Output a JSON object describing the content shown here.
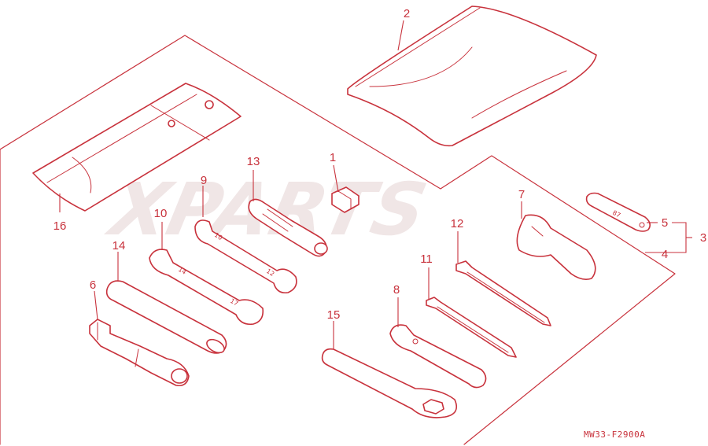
{
  "watermark": "XPARTS",
  "diagram_code": "MW33-F2900A",
  "callouts": {
    "c1": "1",
    "c2": "2",
    "c3": "3",
    "c4": "4",
    "c5": "5",
    "c6": "6",
    "c7": "7",
    "c8": "8",
    "c9": "9",
    "c10": "10",
    "c11": "11",
    "c12": "12",
    "c13": "13",
    "c14": "14",
    "c15": "15",
    "c16": "16"
  },
  "colors": {
    "line": "#c8323c",
    "watermark": "#f0e6e6",
    "background": "#ffffff"
  }
}
